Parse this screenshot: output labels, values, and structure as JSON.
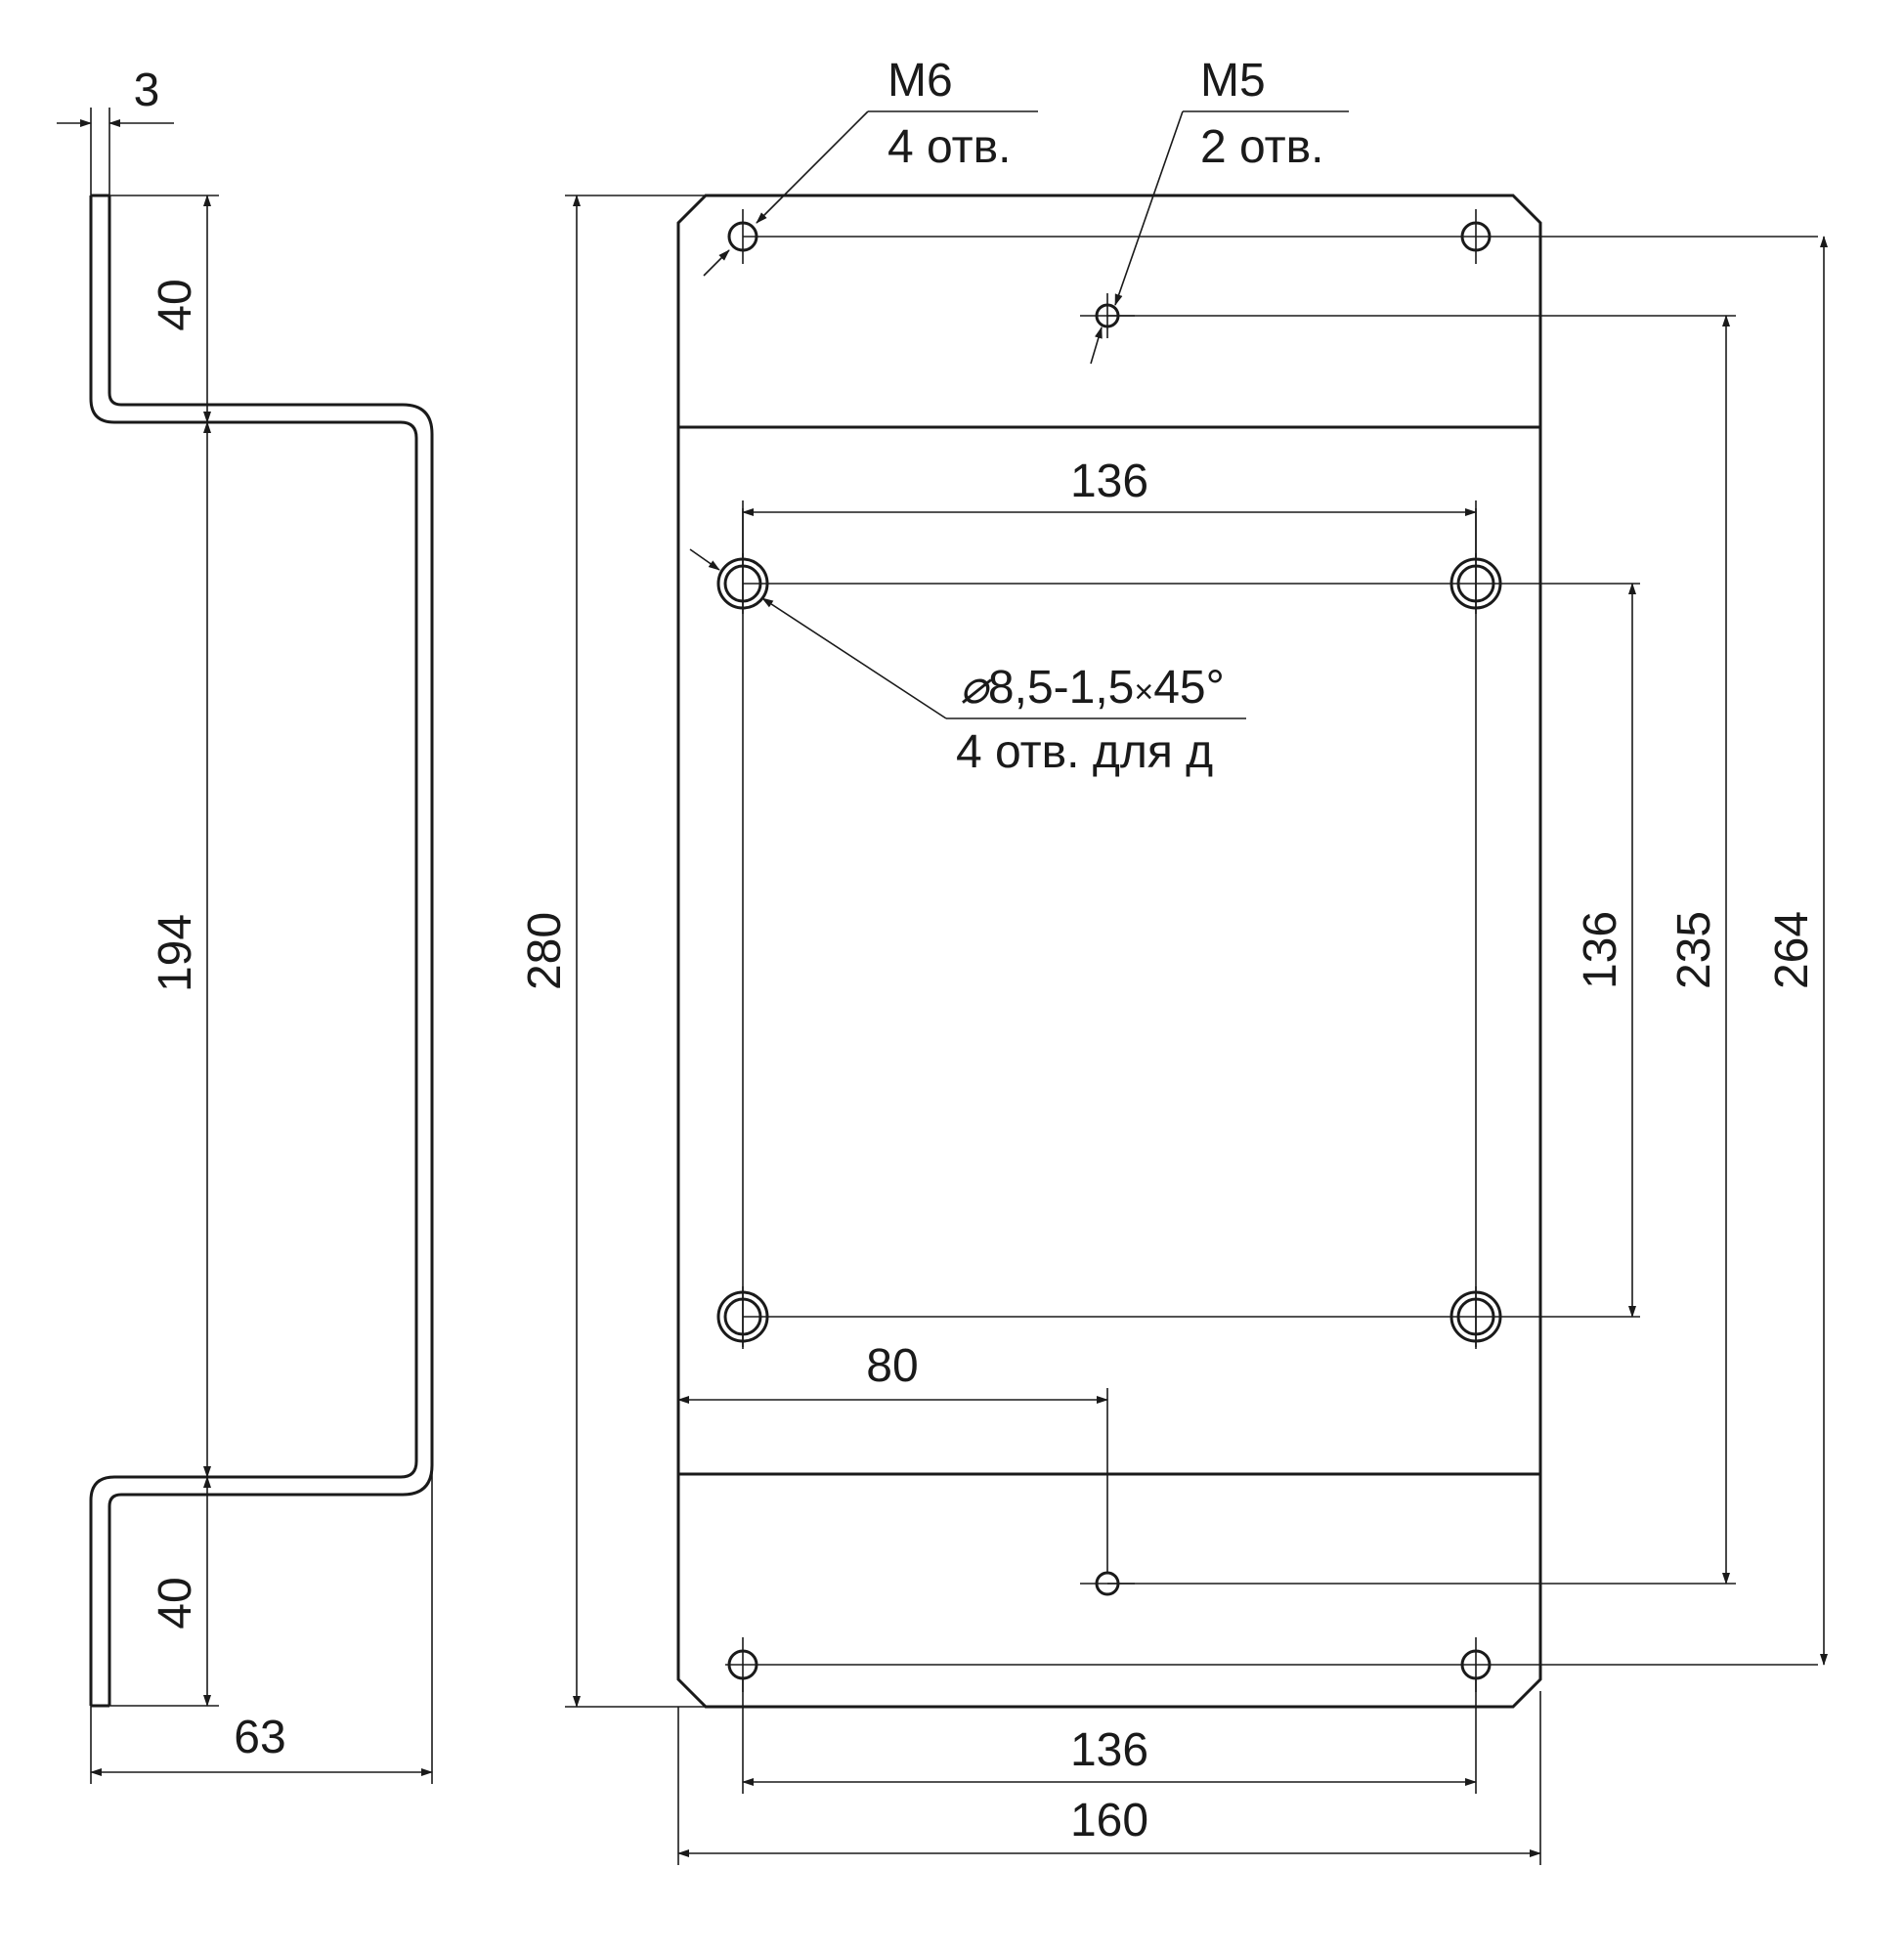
{
  "profile_view": {
    "thickness": "3",
    "flange_top": "40",
    "web": "194",
    "flange_bottom": "40",
    "depth": "63"
  },
  "plate_view": {
    "overall_height": "280",
    "overall_width": "160",
    "hole_spacing_top": "136",
    "hole_spacing_bottom": "136",
    "hole_spacing_vertical": "136",
    "m5_spacing": "235",
    "m6_spacing": "264",
    "offset_80": "80"
  },
  "callouts": {
    "m6_thread": "M6",
    "m6_count": "4 отв.",
    "m5_thread": "M5",
    "m5_count": "2 отв.",
    "big_hole_diameter_symbol": "⌀",
    "big_hole_spec": "8,5-1,5",
    "big_hole_times": "×",
    "big_hole_angle": "45°",
    "big_hole_count": "4 отв. для д"
  }
}
